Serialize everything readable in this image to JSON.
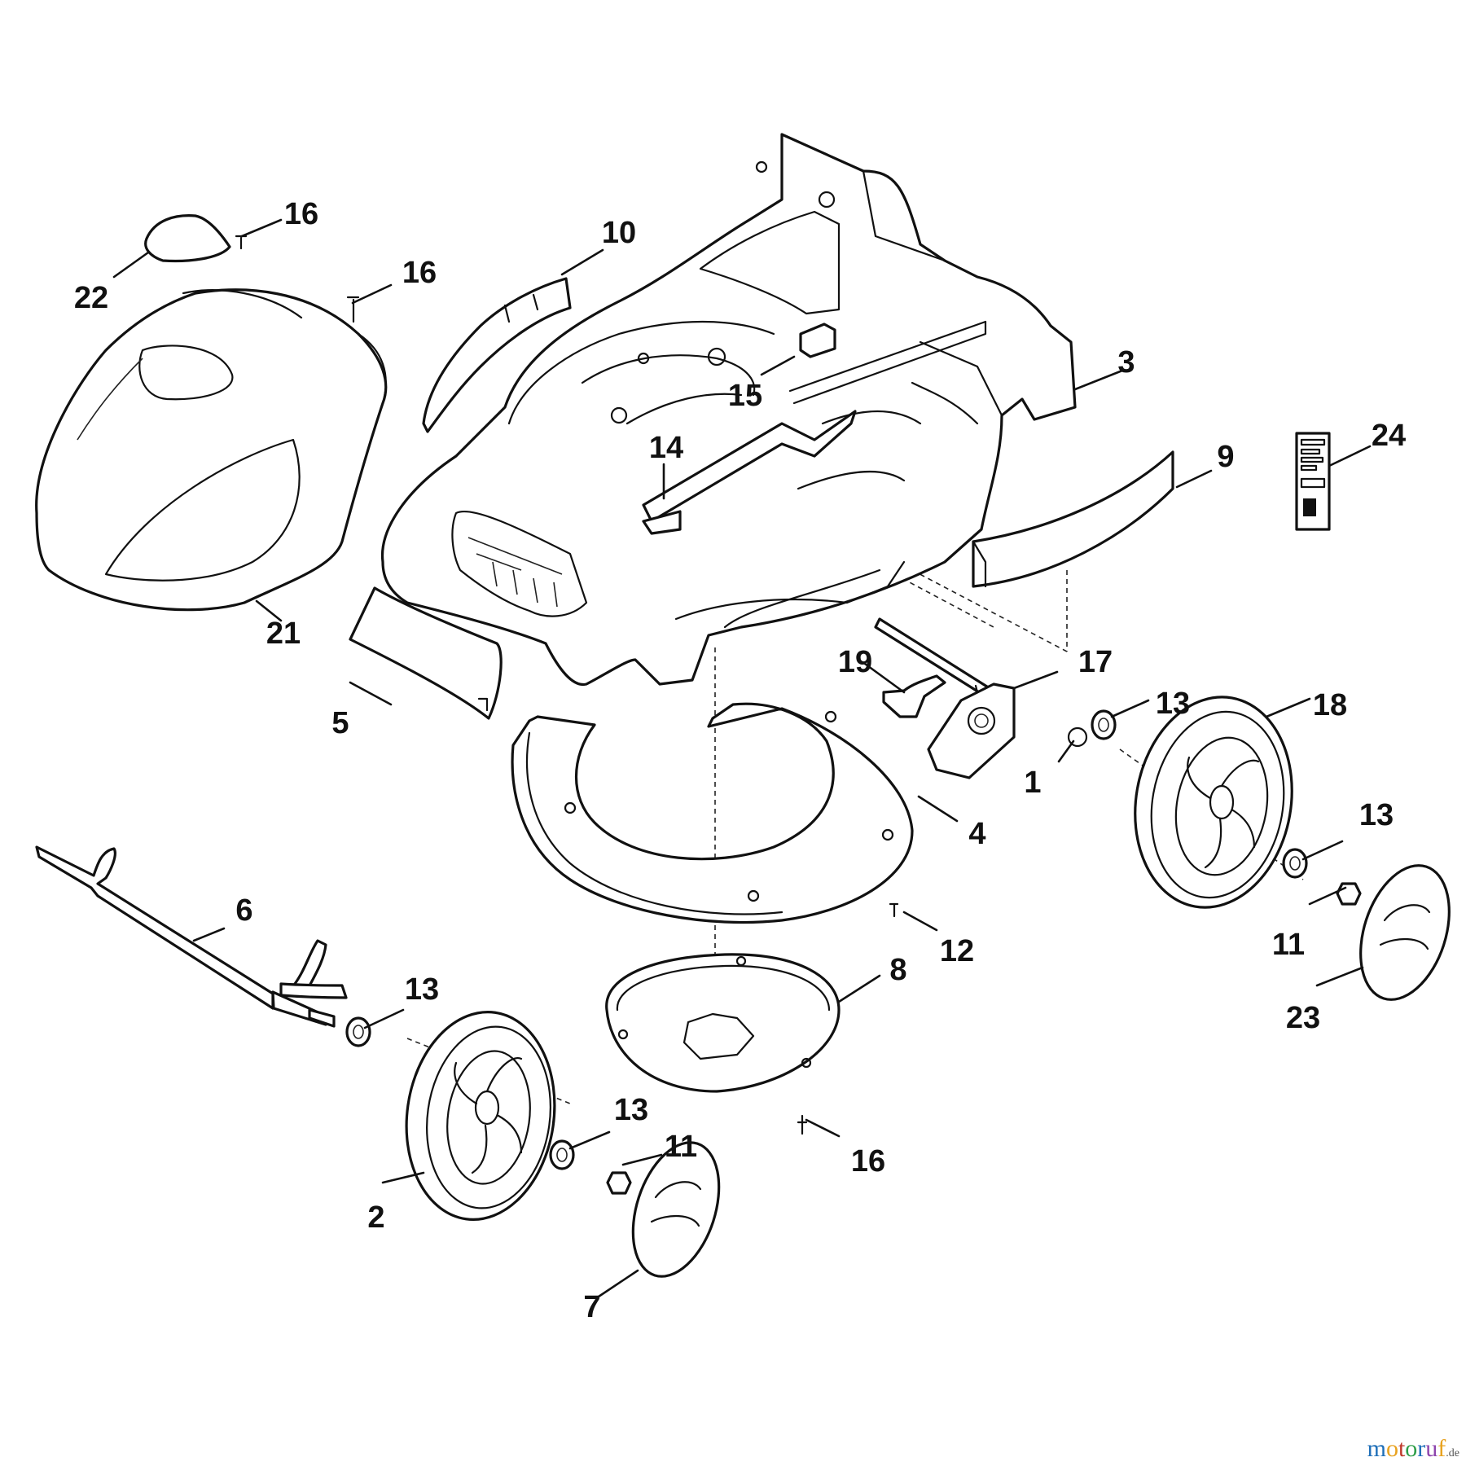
{
  "callouts": [
    {
      "id": "c1",
      "label": "1"
    },
    {
      "id": "c2",
      "label": "2"
    },
    {
      "id": "c3",
      "label": "3"
    },
    {
      "id": "c4",
      "label": "4"
    },
    {
      "id": "c5",
      "label": "5"
    },
    {
      "id": "c6",
      "label": "6"
    },
    {
      "id": "c7",
      "label": "7"
    },
    {
      "id": "c8",
      "label": "8"
    },
    {
      "id": "c9",
      "label": "9"
    },
    {
      "id": "c10",
      "label": "10"
    },
    {
      "id": "c11a",
      "label": "11"
    },
    {
      "id": "c11b",
      "label": "11"
    },
    {
      "id": "c12",
      "label": "12"
    },
    {
      "id": "c13a",
      "label": "13"
    },
    {
      "id": "c13b",
      "label": "13"
    },
    {
      "id": "c13c",
      "label": "13"
    },
    {
      "id": "c13d",
      "label": "13"
    },
    {
      "id": "c14",
      "label": "14"
    },
    {
      "id": "c15",
      "label": "15"
    },
    {
      "id": "c16a",
      "label": "16"
    },
    {
      "id": "c16b",
      "label": "16"
    },
    {
      "id": "c16c",
      "label": "16"
    },
    {
      "id": "c17",
      "label": "17"
    },
    {
      "id": "c18",
      "label": "18"
    },
    {
      "id": "c19",
      "label": "19"
    },
    {
      "id": "c21",
      "label": "21"
    },
    {
      "id": "c22",
      "label": "22"
    },
    {
      "id": "c23",
      "label": "23"
    },
    {
      "id": "c24",
      "label": "24"
    }
  ],
  "watermark": {
    "name": "motoruf",
    "tld": ".de",
    "colors": [
      "#1f6fb8",
      "#e8a21f",
      "#c0392b",
      "#2e9e48",
      "#1f6fb8",
      "#8e44ad",
      "#e8a21f"
    ]
  }
}
